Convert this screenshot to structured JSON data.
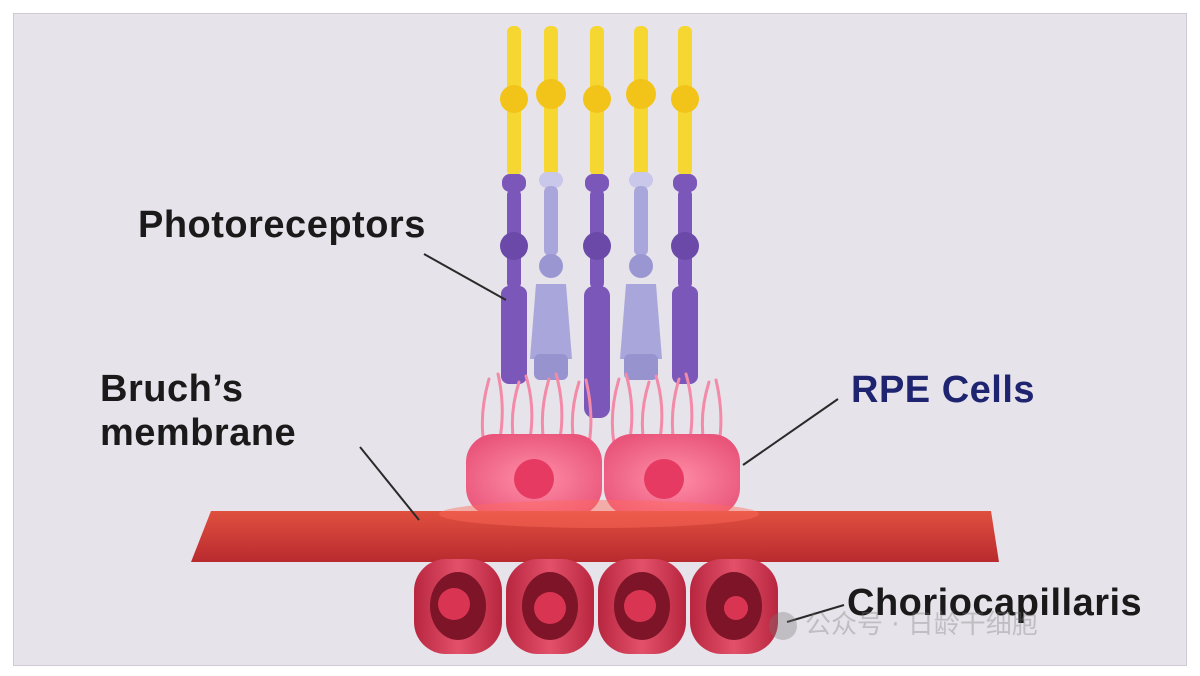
{
  "labels": {
    "photoreceptors": "Photoreceptors",
    "bruchs_line1": "Bruch’s",
    "bruchs_line2": "membrane",
    "rpe_cells": "RPE Cells",
    "choriocapillaris": "Choriocapillaris"
  },
  "watermark": {
    "text": "公众号 · 日龄干细胞"
  },
  "colors": {
    "background": "#e7e3ea",
    "rod_yellow": "#f6d631",
    "rod_purple": "#7a57b8",
    "cone_lavender": "#a9a6dc",
    "rpe_pink": "#f26a8d",
    "membrane_red": "#d63b3a",
    "capillary_red": "#c9304a",
    "rpe_label": "#1e2470"
  }
}
